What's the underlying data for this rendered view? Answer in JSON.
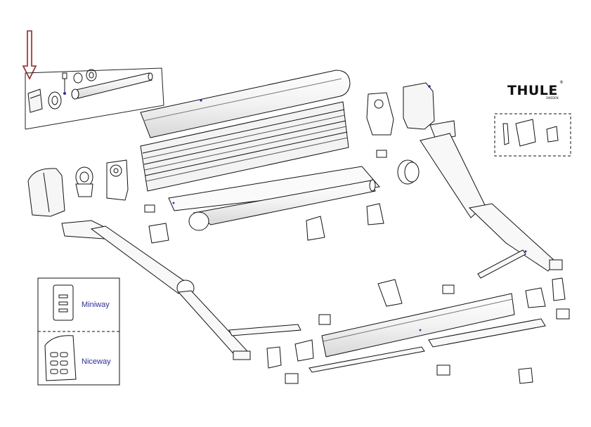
{
  "brand": {
    "logo_text": "THULE",
    "logo_subtext": "SWEDEN",
    "registered_mark": "®"
  },
  "remote_controls": {
    "items": [
      {
        "label": "Miniway"
      },
      {
        "label": "Niceway"
      }
    ]
  },
  "colors": {
    "arrow": "#b01e1e",
    "label_text": "#2a2ad0",
    "line_art": "#111111",
    "part_fill": "#f6f6f6"
  }
}
